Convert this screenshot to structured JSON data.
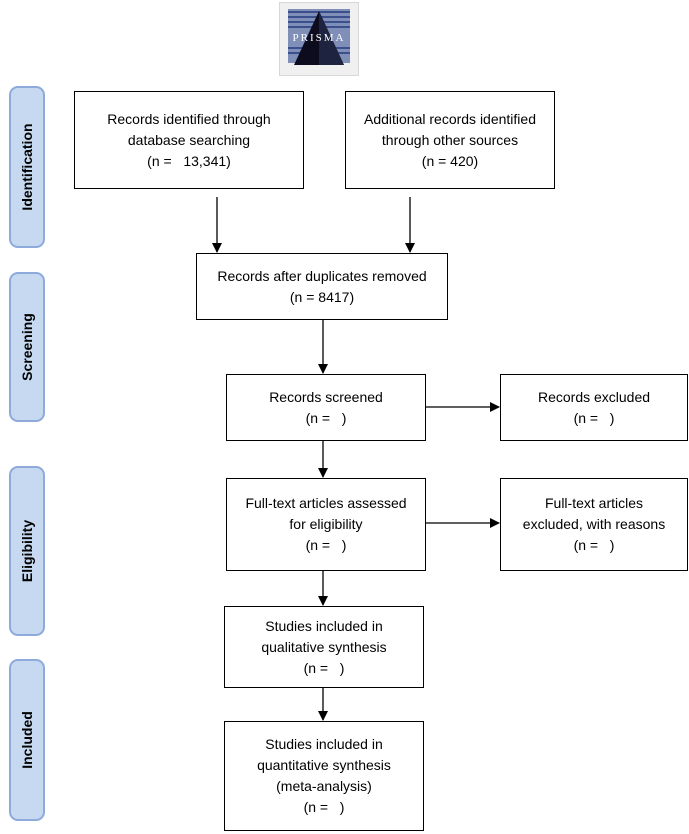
{
  "logo": {
    "text": "PRISMA"
  },
  "phases": {
    "identification": "Identification",
    "screening": "Screening",
    "eligibility": "Eligibility",
    "included": "Included"
  },
  "boxes": {
    "db_search": {
      "line1": "Records identified through",
      "line2": "database searching",
      "count": "(n =   13,341)"
    },
    "other_sources": {
      "line1": "Additional records identified",
      "line2": "through other sources",
      "count": "(n = 420)"
    },
    "after_duplicates": {
      "line1": "Records after duplicates removed",
      "count": "(n = 8417)"
    },
    "screened": {
      "line1": "Records screened",
      "count": "(n =   )"
    },
    "excluded": {
      "line1": "Records excluded",
      "count": "(n =   )"
    },
    "fulltext_assessed": {
      "line1": "Full-text articles assessed",
      "line2": "for eligibility",
      "count": "(n =   )"
    },
    "fulltext_excluded": {
      "line1": "Full-text articles",
      "line2": "excluded, with reasons",
      "count": "(n =   )"
    },
    "qualitative": {
      "line1": "Studies included in",
      "line2": "qualitative synthesis",
      "count": "(n =   )"
    },
    "quantitative": {
      "line1": "Studies included in",
      "line2": "quantitative synthesis",
      "line3": "(meta-analysis)",
      "count": "(n =   )"
    }
  }
}
